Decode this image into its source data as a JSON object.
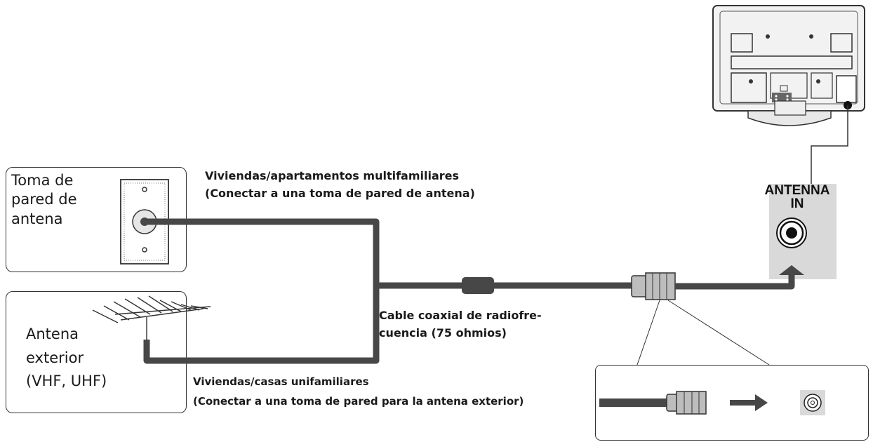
{
  "wall_outlet": {
    "label_lines": [
      "Toma de",
      "pared de",
      "antena"
    ]
  },
  "outdoor_antenna": {
    "label_lines": [
      "Antena",
      "exterior",
      "(VHF, UHF)"
    ]
  },
  "multi_family": {
    "line1": "Viviendas/apartamentos multifamiliares",
    "line2": "(Conectar a una toma de pared de antena)"
  },
  "single_family": {
    "line1": "Viviendas/casas unifamiliares",
    "line2": "(Conectar a una toma de pared para la antena exterior)"
  },
  "cable": {
    "line1": "Cable coaxial de radiofre-",
    "line2": "cuencia (75 ohmios)"
  },
  "antenna_in": {
    "line1": "ANTENNA",
    "line2": "IN"
  },
  "colors": {
    "cable": "#474747",
    "panel": "#d9d9d9",
    "connector": "#bdbdbd"
  }
}
